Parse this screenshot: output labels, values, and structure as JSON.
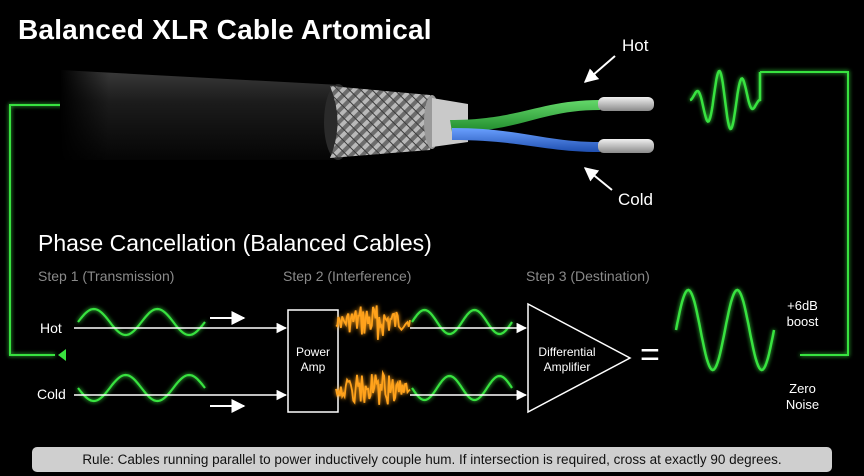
{
  "title": "Balanced XLR Cable Artomical",
  "cable": {
    "hot_label": "Hot",
    "cold_label": "Cold"
  },
  "section": {
    "title": "Phase Cancellation (Balanced Cables)",
    "steps": [
      "Step 1 (Transmission)",
      "Step 2 (Interference)",
      "Step 3 (Destination)"
    ],
    "hot_label": "Hot",
    "cold_label": "Cold",
    "power_amp_line1": "Power",
    "power_amp_line2": "Amp",
    "diff_amp_line1": "Differential",
    "diff_amp_line2": "Amplifier",
    "equals": "=",
    "boost_line1": "+6dB",
    "boost_line2": "boost",
    "noise_line1": "Zero",
    "noise_line2": "Noise"
  },
  "rule": "Rule: Cables running parallel to power inductively couple hum. If intersection is required, cross at exactly 90 degrees.",
  "colors": {
    "signal_green": "#39e23f",
    "noise_orange": "#ffa21a",
    "hot_wire": "#2fae3c",
    "cold_wire": "#2f6ad8",
    "rule_bg": "#cfcfcf"
  }
}
